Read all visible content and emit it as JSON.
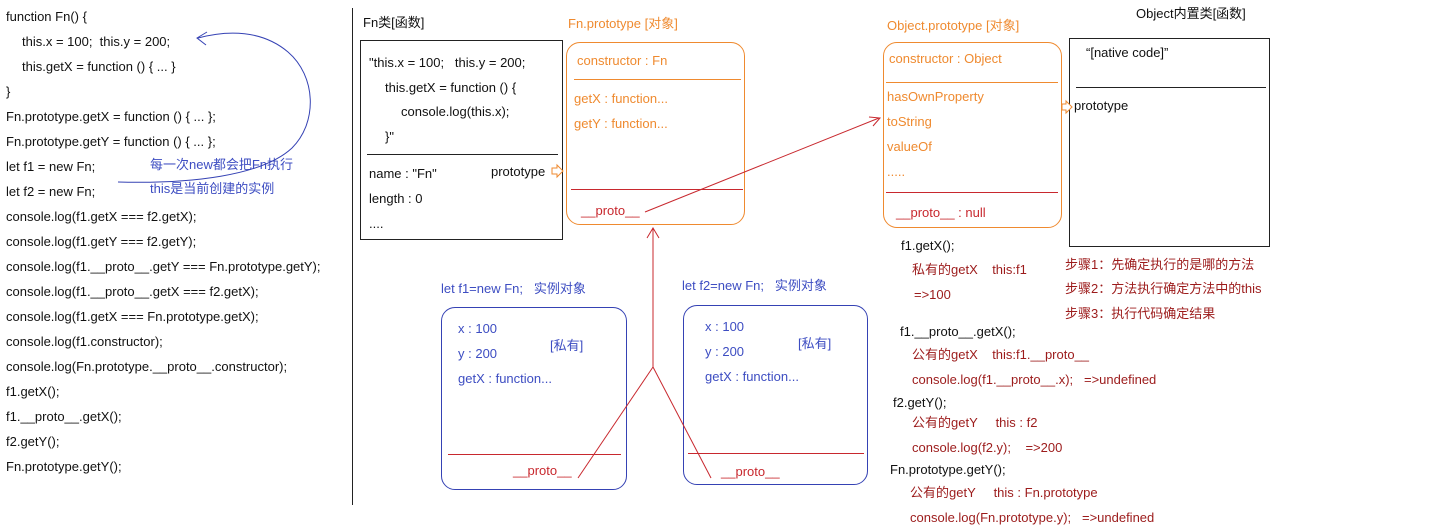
{
  "colors": {
    "text": "#111111",
    "orange": "#ef8a2f",
    "blue": "#3d4dc2",
    "blue_line": "#3542b4",
    "red_line": "#c8282e",
    "dark_red": "#9c1b1b"
  },
  "code": {
    "lines": [
      "function Fn() {",
      "this.x = 100;  this.y = 200;",
      "this.getX = function () { ... }",
      "}",
      "Fn.prototype.getX = function () { ... };",
      "Fn.prototype.getY = function () { ... };",
      "let f1 = new Fn;",
      "let f2 = new Fn;",
      "console.log(f1.getX === f2.getX);",
      "console.log(f1.getY === f2.getY);",
      "console.log(f1.__proto__.getY === Fn.prototype.getY);",
      "console.log(f1.__proto__.getX === f2.getX);",
      "console.log(f1.getX === Fn.prototype.getX);",
      "console.log(f1.constructor);",
      "console.log(Fn.prototype.__proto__.constructor);",
      "f1.getX();",
      "f1.__proto__.getX();",
      "f2.getY();",
      "Fn.prototype.getY();"
    ],
    "annotations": [
      "每一次new都会把Fn执行",
      "this是当前创建的实例"
    ]
  },
  "fn_class": {
    "title": "Fn类[函数]",
    "body": [
      "\"this.x = 100;   this.y = 200;",
      "this.getX = function () {",
      "console.log(this.x);",
      "}\""
    ],
    "props": [
      "name : \"Fn\"",
      "length : 0",
      "...."
    ],
    "prototype_label": "prototype"
  },
  "fn_prototype": {
    "title": "Fn.prototype [对象]",
    "constructor": "constructor : Fn",
    "members": [
      "getX : function...",
      "getY : function..."
    ],
    "proto": "__proto__"
  },
  "object_prototype": {
    "title": "Object.prototype [对象]",
    "constructor": "constructor : Object",
    "members": [
      "hasOwnProperty",
      "toString",
      "valueOf",
      "....."
    ],
    "proto": "__proto__ : null"
  },
  "object_class": {
    "title": "Object内置类[函数]",
    "body": "“[native code]”",
    "prototype_label": "prototype"
  },
  "instances": [
    {
      "title": "let f1=new Fn;   实例对象",
      "props": [
        "x : 100",
        "y : 200",
        "getX : function..."
      ],
      "private_tag": "[私有]",
      "proto": "__proto__"
    },
    {
      "title": "let f2=new Fn;   实例对象",
      "props": [
        "x : 100",
        "y : 200",
        "getX : function..."
      ],
      "private_tag": "[私有]",
      "proto": "__proto__"
    }
  ],
  "execution": [
    {
      "call": "f1.getX();",
      "notes": [
        "私有的getX    this:f1",
        "=>100"
      ]
    },
    {
      "call": "f1.__proto__.getX();",
      "notes": [
        "公有的getX    this:f1.__proto__",
        "console.log(f1.__proto__.x);   =>undefined"
      ]
    },
    {
      "call": "f2.getY();",
      "notes": [
        "公有的getY     this : f2",
        "console.log(f2.y);    =>200"
      ]
    },
    {
      "call": "Fn.prototype.getY();",
      "notes": [
        "公有的getY     this : Fn.prototype",
        "console.log(Fn.prototype.y);   =>undefined"
      ]
    }
  ],
  "steps": [
    "步骤1：先确定执行的是哪的方法",
    "步骤2：方法执行确定方法中的this",
    "步骤3：执行代码确定结果"
  ]
}
